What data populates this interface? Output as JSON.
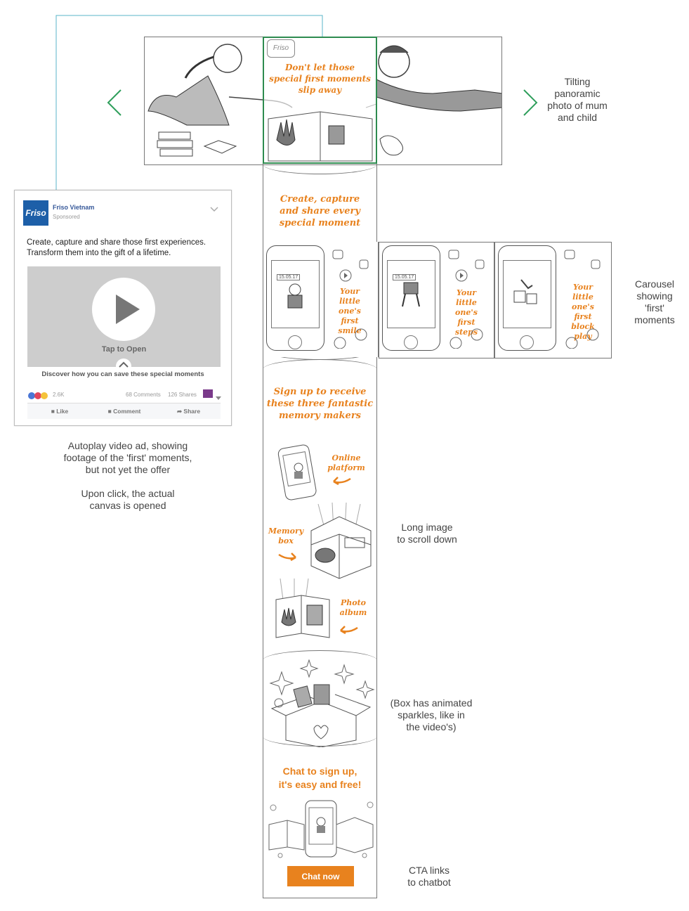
{
  "panorama": {
    "headline": "Don't let those\nspecial first moments\nslip away",
    "logo_text": "Friso",
    "note": "Tilting\npanoramic\nphoto of mum\nand child"
  },
  "canvas": {
    "section1_title": "Create, capture\nand share every\nspecial moment",
    "carousel": [
      {
        "caption": "Your\nlittle one's\nfirst smile",
        "date": "15.05.17"
      },
      {
        "caption": "Your\nlittle one's\nfirst steps",
        "date": "15.05.17"
      },
      {
        "caption": "Your\nlittle one's\nfirst\nblock play",
        "date": ""
      }
    ],
    "carousel_note": "Carousel\nshowing\n'first'\nmoments",
    "signup_title": "Sign up to receive\nthese three fantastic\nmemory makers",
    "items": {
      "online_platform": "Online\nplatform",
      "memory_box": "Memory\nbox",
      "photo_album": "Photo\nalbum"
    },
    "long_image_note": "Long image\nto scroll down",
    "box_note": "(Box has animated\nsparkles, like in\nthe video's)",
    "chat_title": "Chat to sign up,\nit's easy and free!",
    "cta_label": "Chat now",
    "cta_note": "CTA links\nto chatbot"
  },
  "fb_ad": {
    "page_name": "Friso Vietnam",
    "sponsored": "Sponsored",
    "logo_text": "Friso",
    "body_text": "Create, capture and share those first experiences.\nTransform them into the gift of a lifetime.",
    "video_label": "Tap to Open",
    "caption": "Discover how you can save these special moments",
    "reactions_count": "2.6K",
    "comments": "68 Comments",
    "shares": "126 Shares",
    "like_label": "Like",
    "comment_label": "Comment",
    "share_label": "Share",
    "note": "Autoplay video ad, showing\nfootage of the 'first' moments,\nbut not yet the offer\n\nUpon click, the actual\ncanvas is opened"
  },
  "colors": {
    "accent": "#e8821e",
    "nav_arrow": "#2e9e5b",
    "frame_green": "#2e8b4f",
    "connector": "#58b4c8",
    "fb_blue": "#365899"
  }
}
